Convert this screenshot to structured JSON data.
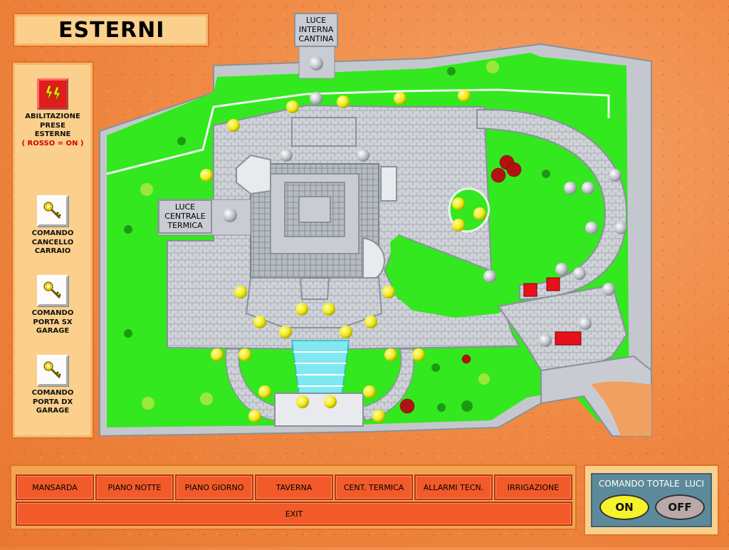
{
  "page": {
    "title": "ESTERNI"
  },
  "sidebar": {
    "items": [
      {
        "label": "ABILITAZIONE\nPRESE\nESTERNE",
        "note": "( ROSSO = ON )",
        "icon": "lightning-icon",
        "state": "red"
      },
      {
        "label": "COMANDO\nCANCELLO\nCARRAIO",
        "icon": "key-icon"
      },
      {
        "label": "COMANDO\nPORTA SX\nGARAGE",
        "icon": "key-icon"
      },
      {
        "label": "COMANDO\nPORTA DX\nGARAGE",
        "icon": "key-icon"
      }
    ]
  },
  "map": {
    "labels": {
      "cantina": "LUCE\nINTERNA\nCANTINA",
      "termica": "LUCE\nCENTRALE\nTERMICA"
    },
    "colors": {
      "lawn": "#33e81f",
      "paving": "#cfd3d8",
      "light_on": "#f5ef1f",
      "light_off": "#c4c7cc",
      "red_switch": "#e8101a"
    }
  },
  "nav": {
    "buttons": [
      "MANSARDA",
      "PIANO NOTTE",
      "PIANO GIORNO",
      "TAVERNA",
      "CENT. TERMICA",
      "ALLARMI TECN.",
      "IRRIGAZIONE"
    ],
    "exit": "EXIT"
  },
  "total": {
    "title": "COMANDO TOTALE  LUCI",
    "on": "ON",
    "off": "OFF"
  }
}
